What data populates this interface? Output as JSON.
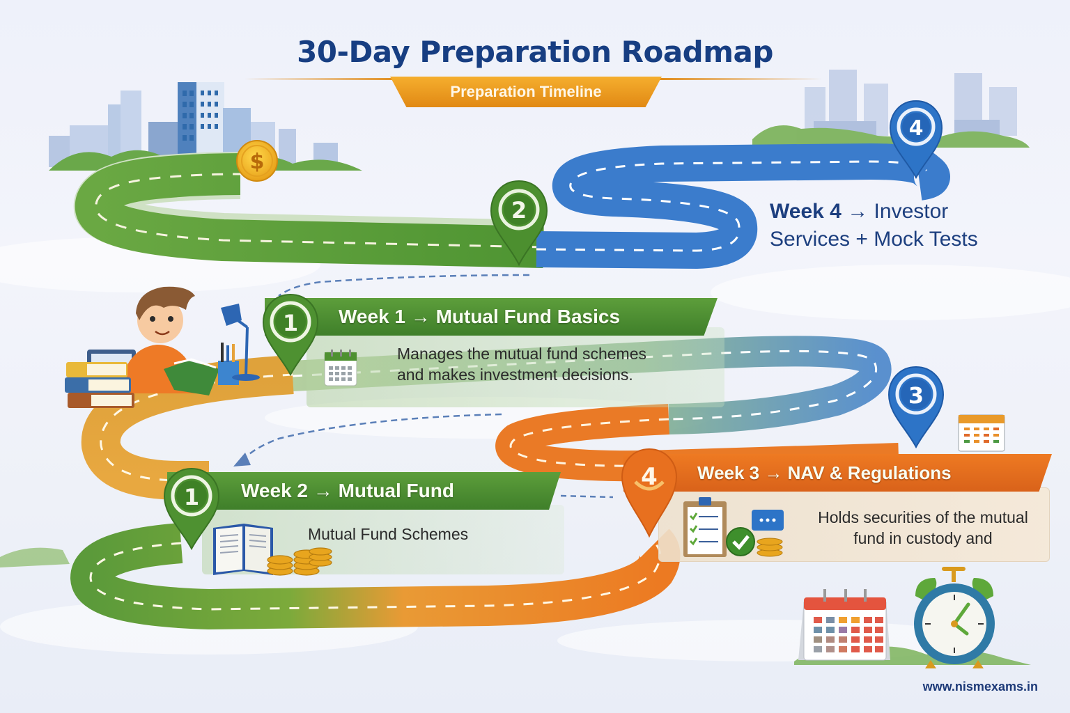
{
  "header": {
    "title": "30-Day Preparation Roadmap",
    "subtitle": "Preparation Timeline"
  },
  "colors": {
    "title": "#173e82",
    "subtitle_bar": "#e8921a",
    "week_green": "#4a8a30",
    "week_orange": "#e46d1e",
    "week_blue": "#2f78c8",
    "road_yellow": "#e6a63a"
  },
  "milestones": [
    {
      "pin_number": "1",
      "pin_color": "green",
      "week_label": "Week 1",
      "arrow": "→",
      "topic": "Mutual Fund Basics",
      "description_line1": "Manages the mutual fund schemes",
      "description_line2": "and makes investment decisions.",
      "icon": "calendar-icon"
    },
    {
      "pin_number": "1",
      "pin_color": "green",
      "week_label": "Week 2",
      "arrow": "→",
      "topic": "Mutual Fund",
      "description_line1": "Mutual Fund Schemes",
      "icon": "book-coins-icon"
    },
    {
      "pin_number": "4",
      "pin_color": "orange",
      "week_label": "Week 3",
      "arrow": "→",
      "topic": "NAV & Regulations",
      "description_line1": "Holds securities of the mutual",
      "description_line2": "fund in custody and",
      "icon": "checklist-icon"
    },
    {
      "pin_number": "4",
      "pin_color": "blue",
      "week_label": "Week 4",
      "arrow": "→",
      "topic_line1": "Investor",
      "topic_line2": "Services + Mock Tests"
    }
  ],
  "road_pins": [
    {
      "number": "2",
      "color": "green"
    },
    {
      "number": "3",
      "color": "blue"
    }
  ],
  "decorations": [
    "city-skyline",
    "dollar-coin-icon",
    "student-reading",
    "desk-lamp-icon",
    "pencil-cup-icon",
    "calendar-icon",
    "alarm-clock-icon"
  ],
  "footer": {
    "website": "www.nismexams.in"
  }
}
